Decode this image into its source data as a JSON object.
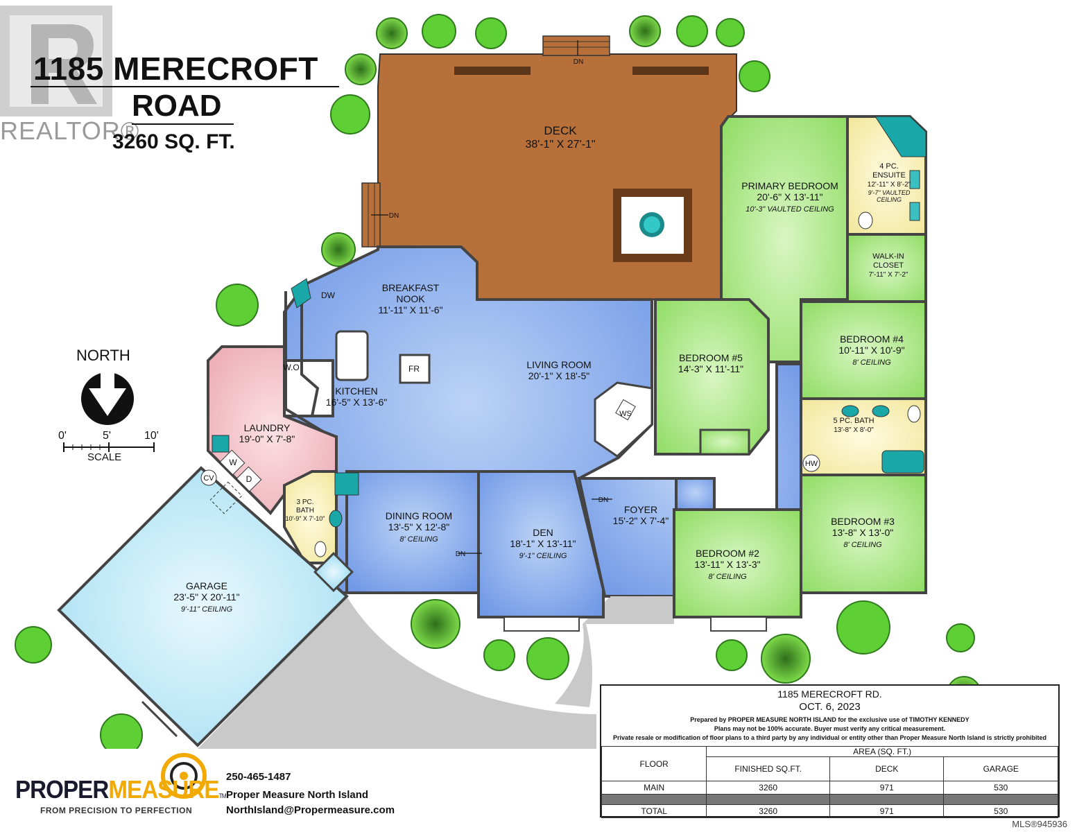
{
  "header": {
    "title_line1": "1185 MERECROFT",
    "title_line2": "ROAD",
    "area": "3260 SQ. FT.",
    "realtor_mark": "REALTOR®"
  },
  "compass": {
    "label": "NORTH"
  },
  "scale": {
    "ticks": [
      "0'",
      "5'",
      "10'"
    ],
    "label": "SCALE"
  },
  "rooms": [
    {
      "id": "deck",
      "name": "DECK",
      "dims": "38'-1\" X 27'-1\"",
      "note": ""
    },
    {
      "id": "primary",
      "name": "PRIMARY BEDROOM",
      "dims": "20'-6\" X 13'-11\"",
      "note": "10'-3\" VAULTED CEILING"
    },
    {
      "id": "ensuite",
      "name": "4 PC.\nENSUITE",
      "dims": "12'-11\" X 8'-2\"",
      "note": "9'-7\" VAULTED\nCEILING"
    },
    {
      "id": "walkin",
      "name": "WALK-IN\nCLOSET",
      "dims": "7'-11\" X 7'-2\"",
      "note": ""
    },
    {
      "id": "nook",
      "name": "BREAKFAST\nNOOK",
      "dims": "11'-11\" X 11'-6\"",
      "note": ""
    },
    {
      "id": "living",
      "name": "LIVING ROOM",
      "dims": "20'-1\" X 18'-5\"",
      "note": ""
    },
    {
      "id": "bed5",
      "name": "BEDROOM #5",
      "dims": "14'-3\" X 11'-11\"",
      "note": ""
    },
    {
      "id": "bed4",
      "name": "BEDROOM #4",
      "dims": "10'-11\" X 10'-9\"",
      "note": "8' CEILING"
    },
    {
      "id": "kitchen",
      "name": "KITCHEN",
      "dims": "16'-5\" X 13'-6\"",
      "note": ""
    },
    {
      "id": "laundry",
      "name": "LAUNDRY",
      "dims": "19'-0\" X 7'-8\"",
      "note": ""
    },
    {
      "id": "bath5",
      "name": "5 PC. BATH",
      "dims": "13'-8\" X 8'-0\"",
      "note": ""
    },
    {
      "id": "bath3",
      "name": "3 PC.\nBATH",
      "dims": "10'-9\" X 7'-10\"",
      "note": ""
    },
    {
      "id": "dining",
      "name": "DINING ROOM",
      "dims": "13'-5\" X 12'-8\"",
      "note": "8' CEILING"
    },
    {
      "id": "den",
      "name": "DEN",
      "dims": "18'-1\" X 13'-11\"",
      "note": "9'-1\" CEILING"
    },
    {
      "id": "foyer",
      "name": "FOYER",
      "dims": "15'-2\" X 7'-4\"",
      "note": ""
    },
    {
      "id": "bed3",
      "name": "BEDROOM #3",
      "dims": "13'-8\" X 13'-0\"",
      "note": "8' CEILING"
    },
    {
      "id": "bed2",
      "name": "BEDROOM #2",
      "dims": "13'-11\" X 13'-3\"",
      "note": "8' CEILING"
    },
    {
      "id": "garage",
      "name": "GARAGE",
      "dims": "23'-5\" X 20'-11\"",
      "note": "9'-11\" CEILING"
    }
  ],
  "fixtures": {
    "dn": "DN",
    "dw": "DW",
    "wo": "W.O",
    "fr": "FR",
    "ws": "WS",
    "hw": "HW",
    "cv": "CV",
    "washer": "W",
    "dryer": "D"
  },
  "info": {
    "address": "1185 MERECROFT RD.",
    "date": "OCT. 6, 2023",
    "prepared": "Prepared by PROPER MEASURE NORTH ISLAND for the exclusive use of TIMOTHY KENNEDY",
    "accuracy": "Plans may not be 100% accurate.  Buyer must verify any critical measurement.",
    "resale": "Private resale  or modification of floor plans to a third party by any individual or entity other than Proper Measure North Island is strictly prohibited",
    "area_header": "AREA (SQ. FT.)",
    "columns": [
      "FLOOR",
      "FINISHED SQ.FT.",
      "DECK",
      "GARAGE"
    ],
    "rows": [
      [
        "MAIN",
        "3260",
        "971",
        "530"
      ],
      [
        "TOTAL",
        "3260",
        "971",
        "530"
      ]
    ]
  },
  "logo": {
    "brand_a": "PROPER",
    "brand_b": "MEASURE",
    "tm": "TM",
    "tagline": "FROM PRECISION TO PERFECTION",
    "phone": "250-465-1487",
    "company": "Proper Measure North Island",
    "email": "NorthIsland@Propermeasure.com"
  },
  "mls": "MLS®945936",
  "colors": {
    "deck": "#b8703a",
    "blue": "#7fa7ea",
    "green": "#a4e77c",
    "yellow": "#f8f0a6",
    "pink": "#f2bcc4",
    "garage": "#b8e6f6",
    "drive": "#c8c8c8",
    "tree": "#5fcf36"
  }
}
